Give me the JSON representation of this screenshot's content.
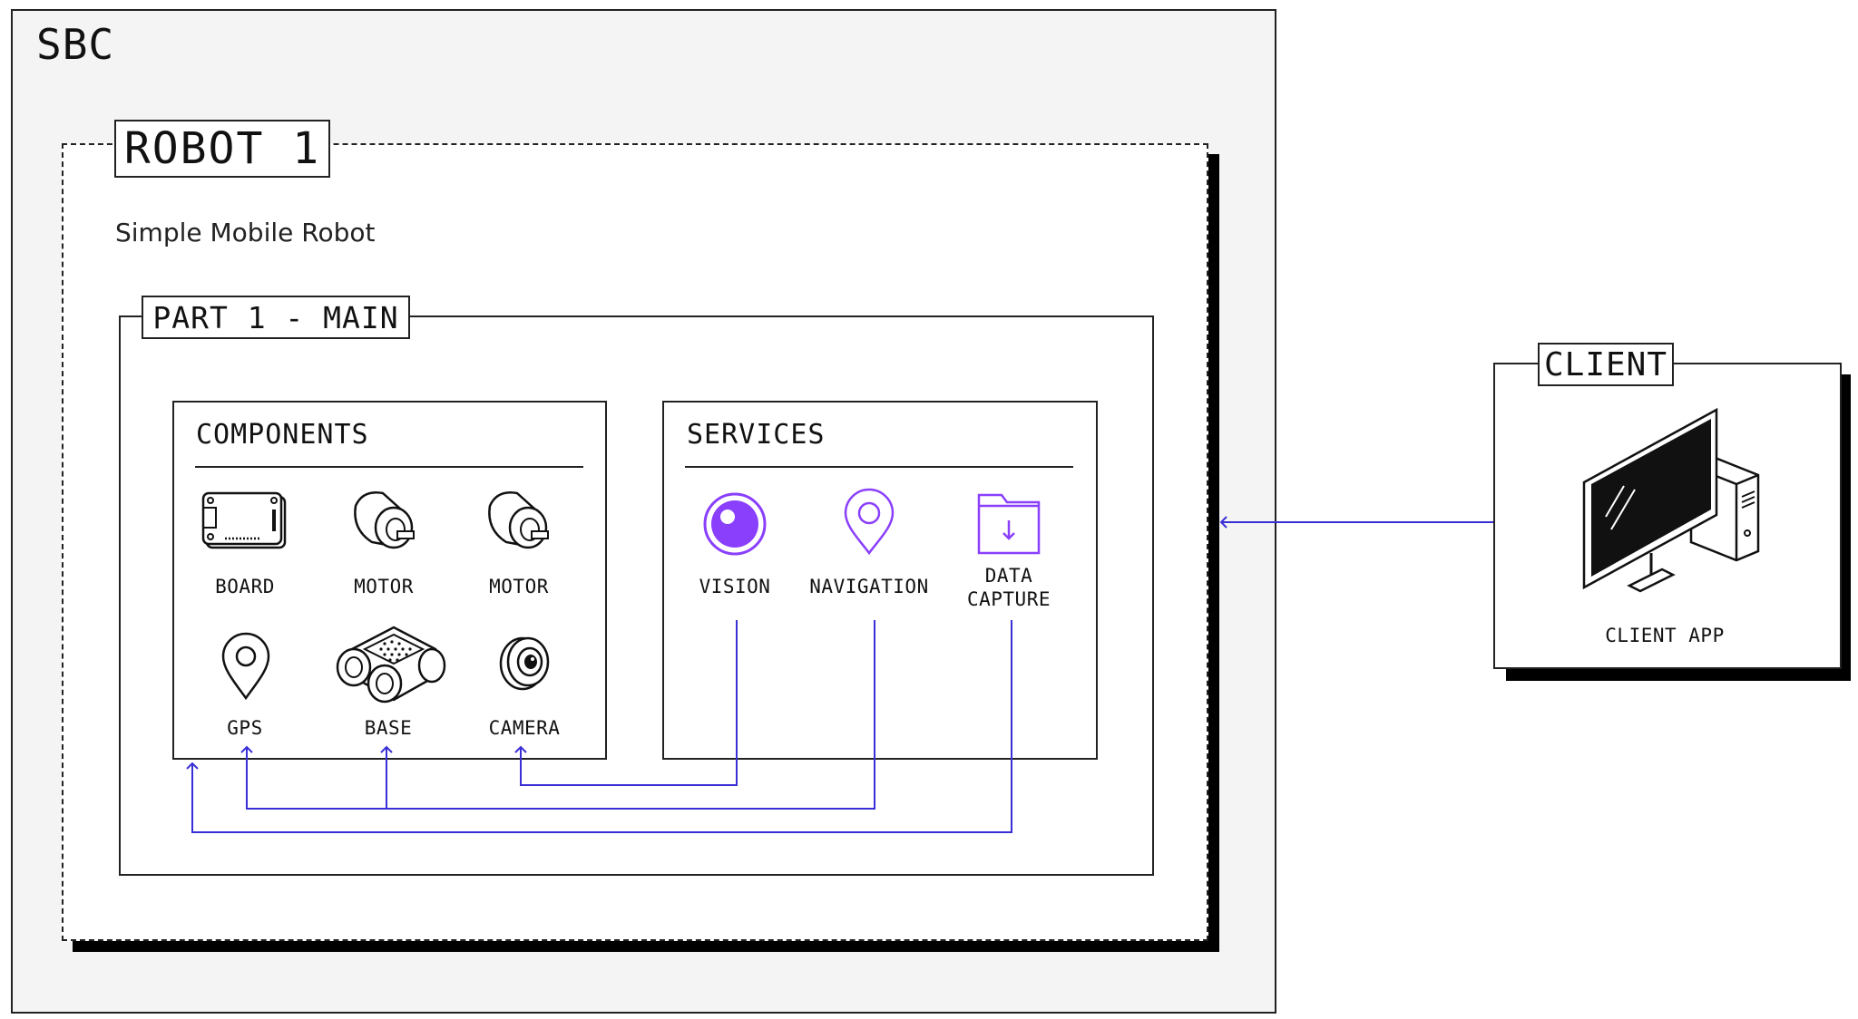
{
  "sbc": {
    "title": "SBC"
  },
  "robot": {
    "label": "ROBOT 1",
    "subtitle": "Simple Mobile Robot"
  },
  "part": {
    "label": "PART 1 - MAIN"
  },
  "components": {
    "title": "COMPONENTS",
    "items": [
      {
        "label": "BOARD",
        "icon": "board-icon"
      },
      {
        "label": "MOTOR",
        "icon": "motor-icon"
      },
      {
        "label": "MOTOR",
        "icon": "motor-icon"
      },
      {
        "label": "GPS",
        "icon": "gps-icon"
      },
      {
        "label": "BASE",
        "icon": "base-icon"
      },
      {
        "label": "CAMERA",
        "icon": "camera-icon"
      }
    ]
  },
  "services": {
    "title": "SERVICES",
    "items": [
      {
        "label": "VISION",
        "icon": "vision-icon"
      },
      {
        "label": "NAVIGATION",
        "icon": "navigation-icon"
      },
      {
        "label": "DATA\nCAPTURE",
        "icon": "data-capture-icon"
      }
    ]
  },
  "client": {
    "label": "CLIENT",
    "app_label": "CLIENT APP",
    "icon": "computer-icon"
  },
  "colors": {
    "wire": "#3a2fd6",
    "service_icon": "#8a3ffc",
    "sbc_bg": "#f4f4f4"
  }
}
